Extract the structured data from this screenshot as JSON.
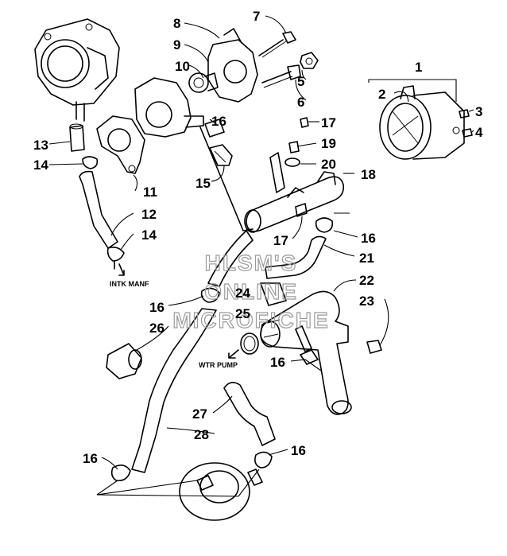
{
  "callouts": {
    "c1": "1",
    "c2": "2",
    "c3": "3",
    "c4": "4",
    "c5": "5",
    "c6": "6",
    "c7": "7",
    "c8": "8",
    "c9": "9",
    "c10": "10",
    "c11": "11",
    "c12": "12",
    "c13": "13",
    "c14a": "14",
    "c14b": "14",
    "c15": "15",
    "c16a": "16",
    "c16b": "16",
    "c16c": "16",
    "c16d": "16",
    "c16e": "16",
    "c16f": "16",
    "c17a": "17",
    "c17b": "17",
    "c18": "18",
    "c19": "19",
    "c20": "20",
    "c21": "21",
    "c22": "22",
    "c23": "23",
    "c24": "24",
    "c25": "25",
    "c26": "26",
    "c27": "27",
    "c28": "28"
  },
  "notes": {
    "intake_manifold": "INTK MANF",
    "water_pump": "WTR PUMP"
  },
  "watermark": {
    "line1": "HLSM'S",
    "line2": "ONLINE",
    "line3": "MICROFICHE"
  }
}
